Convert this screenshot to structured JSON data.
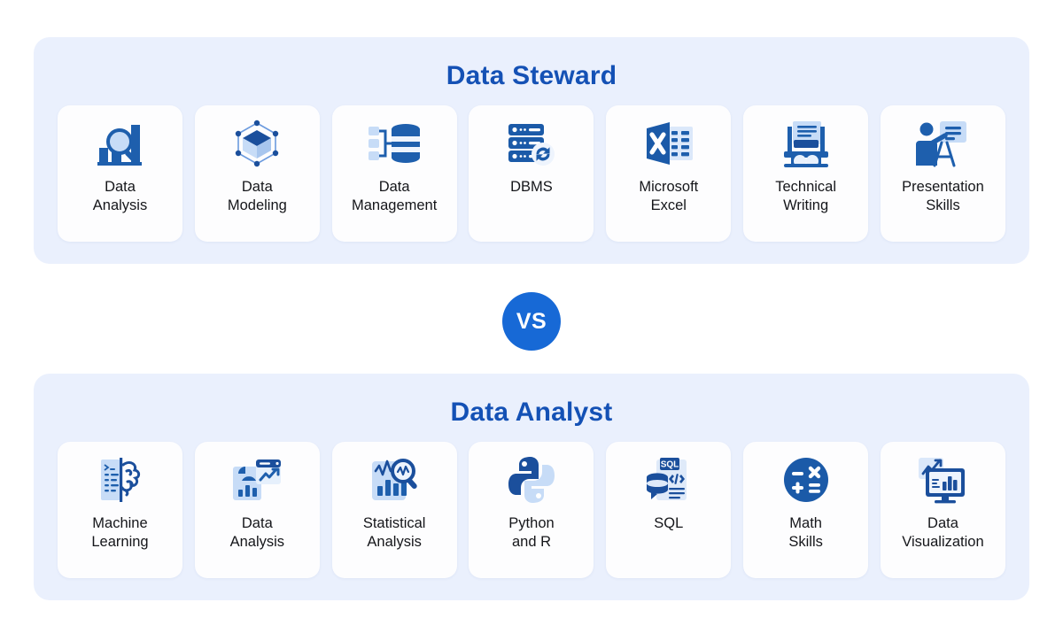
{
  "colors": {
    "page_background": "#ffffff",
    "panel_background": "#eaf0fd",
    "card_background": "#fdfdfe",
    "title_blue": "#1451b5",
    "badge_blue": "#1769d6",
    "icon_dark_blue": "#1e5fad",
    "icon_light_blue": "#c7dcf7",
    "label_text": "#15161a"
  },
  "comparison": {
    "vs_label": "VS",
    "left": {
      "title": "Data Steward",
      "skills": [
        {
          "label": "Data\nAnalysis",
          "icon": "bar-chart-magnifier-icon"
        },
        {
          "label": "Data\nModeling",
          "icon": "cube-network-icon"
        },
        {
          "label": "Data\nManagement",
          "icon": "database-hierarchy-icon"
        },
        {
          "label": "DBMS",
          "icon": "server-sync-icon"
        },
        {
          "label": "Microsoft\nExcel",
          "icon": "excel-spreadsheet-icon"
        },
        {
          "label": "Technical\nWriting",
          "icon": "printing-press-icon"
        },
        {
          "label": "Presentation\nSkills",
          "icon": "presenter-easel-icon"
        }
      ]
    },
    "right": {
      "title": "Data Analyst",
      "skills": [
        {
          "label": "Machine\nLearning",
          "icon": "code-brain-icon"
        },
        {
          "label": "Data\nAnalysis",
          "icon": "dashboard-chart-icon"
        },
        {
          "label": "Statistical\nAnalysis",
          "icon": "statistics-magnifier-icon"
        },
        {
          "label": "Python\nand R",
          "icon": "python-logo-icon"
        },
        {
          "label": "SQL",
          "icon": "sql-document-icon"
        },
        {
          "label": "Math\nSkills",
          "icon": "math-operators-icon"
        },
        {
          "label": "Data\nVisualization",
          "icon": "monitor-chart-icon"
        }
      ]
    }
  }
}
